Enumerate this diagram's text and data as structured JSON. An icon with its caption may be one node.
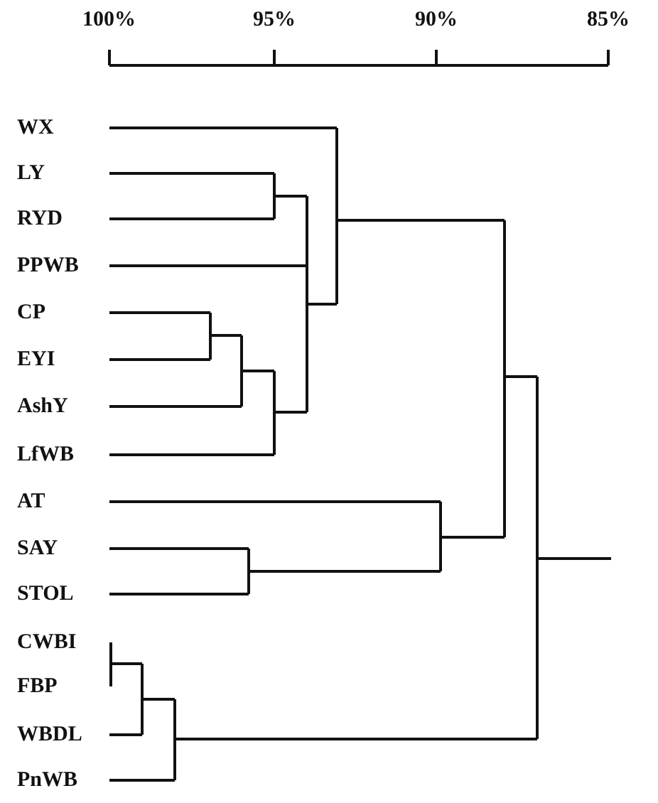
{
  "diagram": {
    "labels": [
      "100%",
      "95%",
      "90%",
      "85%",
      "WX",
      "LY",
      "RYD",
      "PPWB",
      "CP",
      "EYI",
      "AshY",
      "LfWB",
      "AT",
      "SAY",
      "STOL",
      "CWBI",
      "FBP",
      "WBDL",
      "PnWB"
    ]
  }
}
